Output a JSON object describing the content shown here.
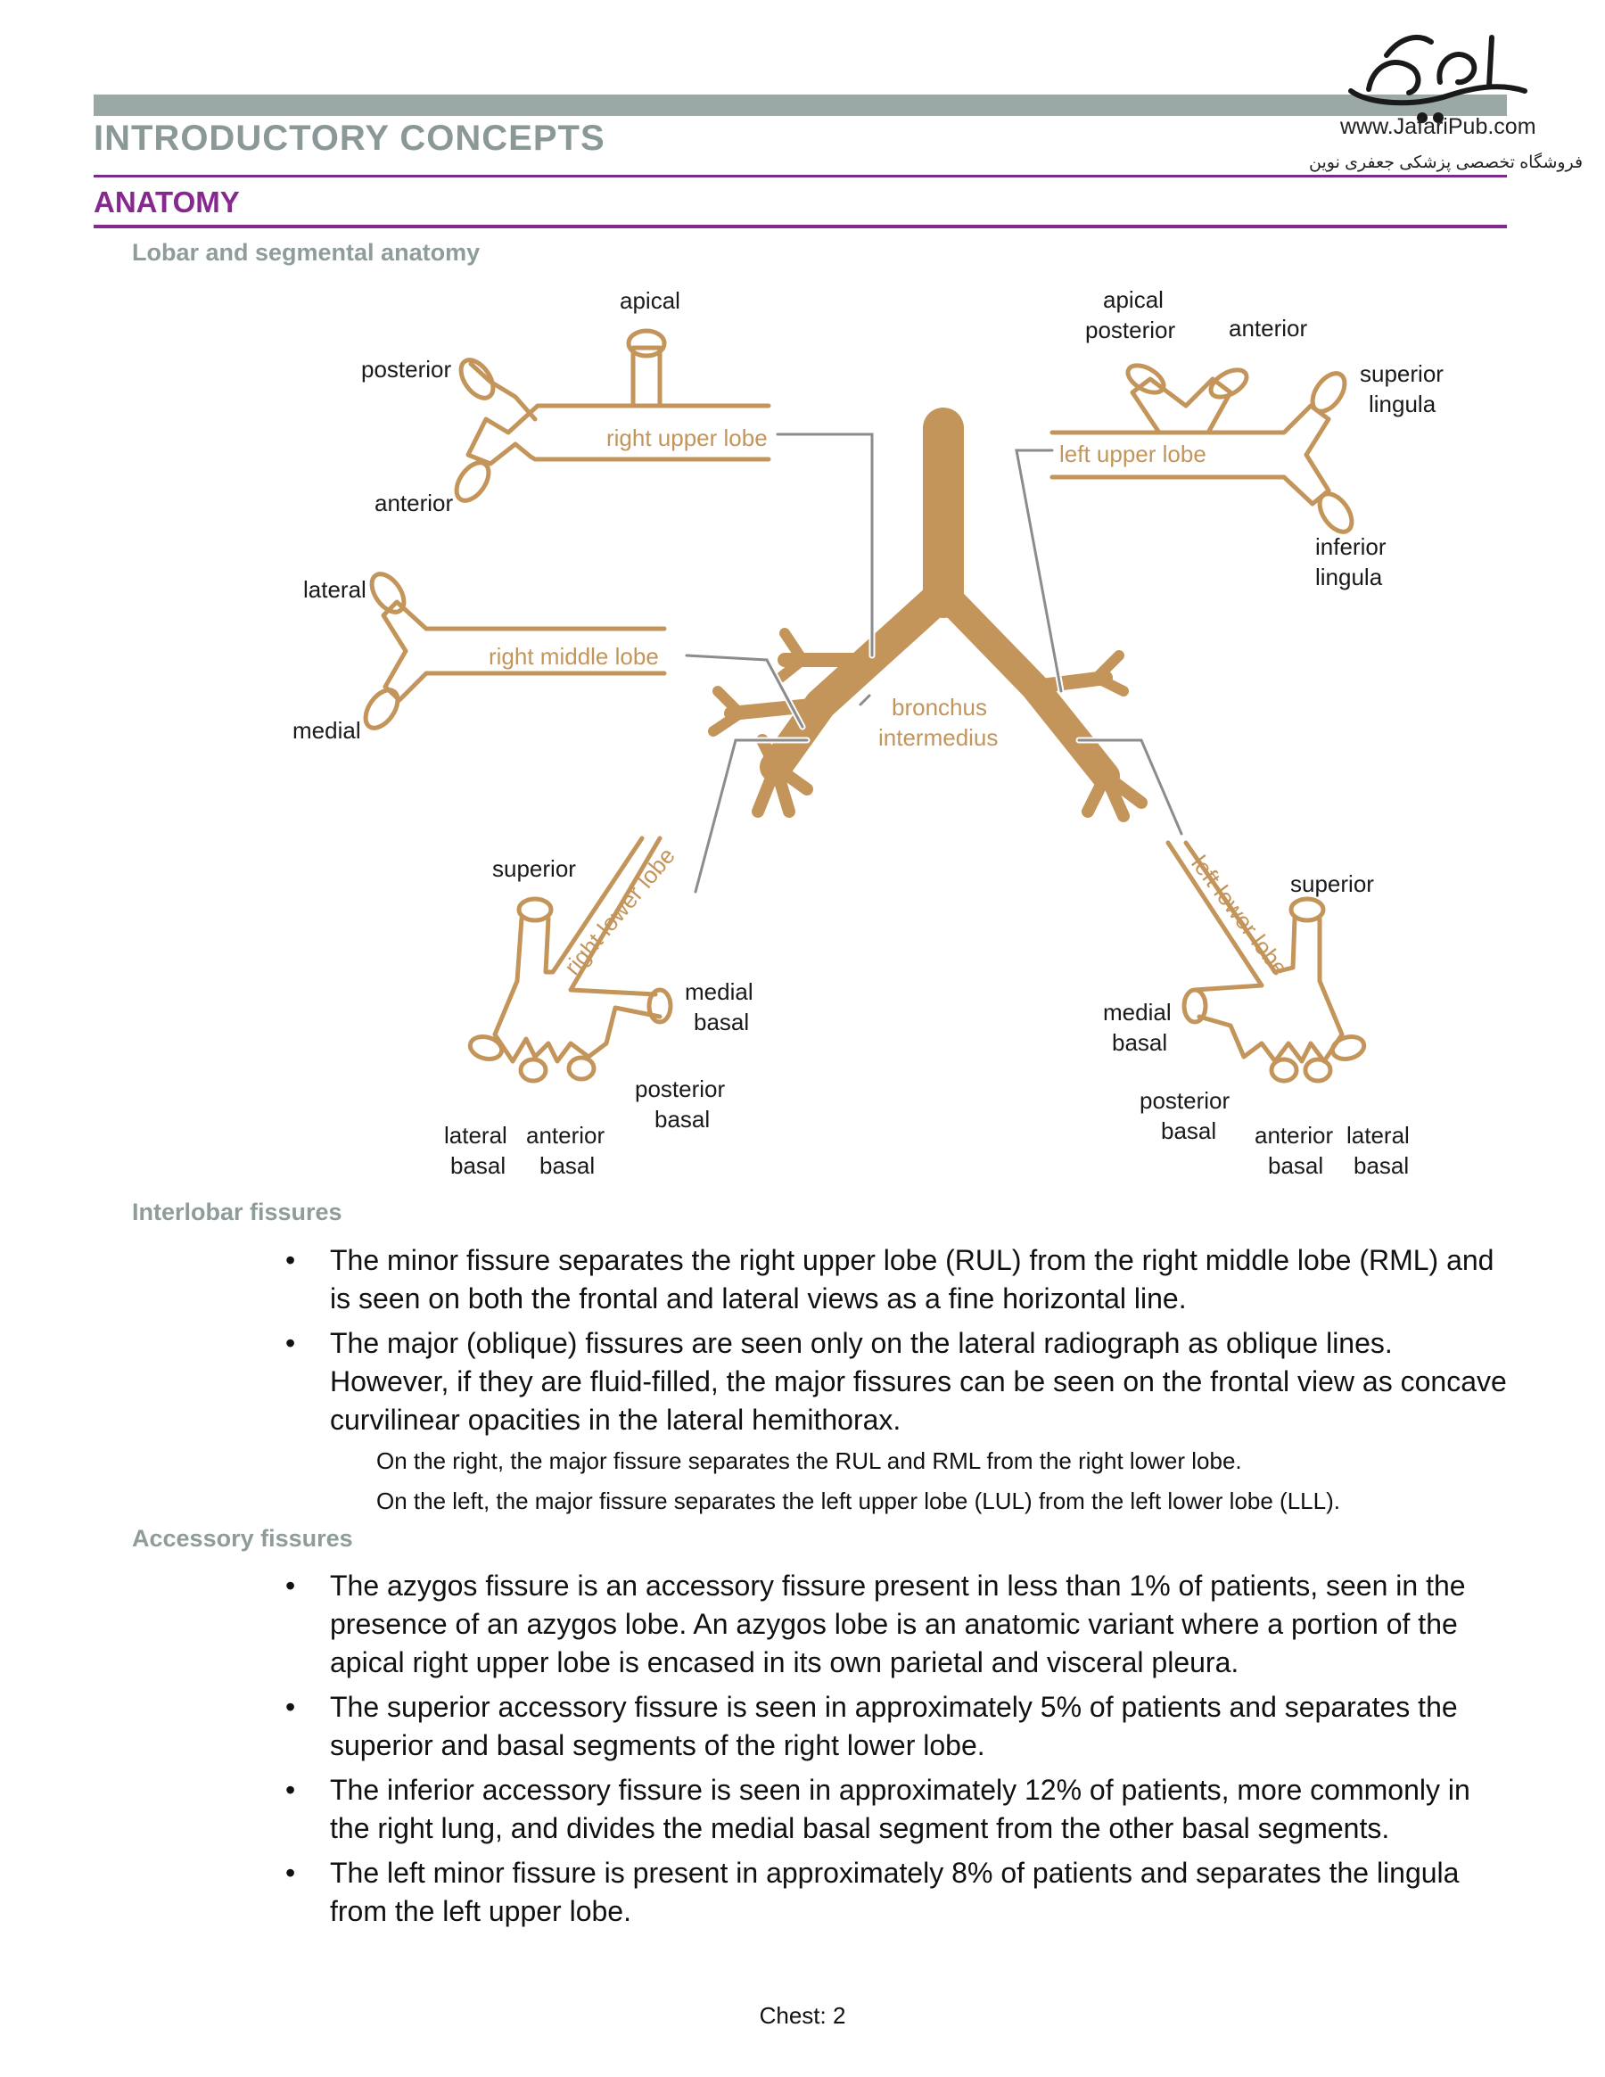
{
  "header": {
    "title": "INTRODUCTORY CONCEPTS",
    "section": "ANATOMY",
    "logo": {
      "url": "www.JafariPub.com",
      "persian": "فروشگاه تخصصی پزشکی جعفری نوین",
      "icon": "jafaripub-calligraphy-logo"
    }
  },
  "subheads": {
    "lobar": "Lobar and segmental anatomy",
    "interlobar": "Interlobar fissures",
    "accessory": "Accessory fissures"
  },
  "diagram": {
    "colors": {
      "bronchus": "#c3955a",
      "leader_line": "#8c8c8c",
      "leader_outline": "#ffffff"
    },
    "right_upper_lobe": {
      "name": "right upper lobe",
      "segments": [
        "apical",
        "posterior",
        "anterior"
      ]
    },
    "right_middle_lobe": {
      "name": "right middle lobe",
      "segments": [
        "lateral",
        "medial"
      ]
    },
    "bronchus_intermedius": [
      "bronchus",
      "intermedius"
    ],
    "right_lower_lobe": {
      "name": "right lower lobe",
      "segments": {
        "superior": "superior",
        "medial_basal": [
          "medial",
          "basal"
        ],
        "posterior_basal": [
          "posterior",
          "basal"
        ],
        "lateral_basal": [
          "lateral",
          "basal"
        ],
        "anterior_basal": [
          "anterior",
          "basal"
        ]
      }
    },
    "left_upper_lobe": {
      "name": "left upper lobe",
      "segments": {
        "apical_posterior": [
          "apical",
          "posterior"
        ],
        "anterior": "anterior",
        "superior_lingula": [
          "superior",
          "lingula"
        ],
        "inferior_lingula": [
          "inferior",
          "lingula"
        ]
      }
    },
    "left_lower_lobe": {
      "name": "left lower lobe",
      "segments": {
        "superior": "superior",
        "medial_basal": [
          "medial",
          "basal"
        ],
        "posterior_basal": [
          "posterior",
          "basal"
        ],
        "anterior_basal": [
          "anterior",
          "basal"
        ],
        "lateral_basal": [
          "lateral",
          "basal"
        ]
      }
    }
  },
  "interlobar": {
    "bullets": [
      "The minor fissure separates the right upper lobe (RUL) from the right middle lobe (RML) and is seen on both the frontal and lateral views as a fine horizontal line.",
      "The major (oblique) fissures are seen only on the lateral radiograph as oblique lines. However, if they are fluid-filled, the major fissures can be seen on the frontal view as concave curvilinear opacities in the lateral hemithorax."
    ],
    "sub_notes": [
      "On the right, the major fissure separates the RUL and RML from the right lower lobe.",
      "On the left, the major fissure separates the left upper lobe (LUL) from the left lower lobe (LLL)."
    ]
  },
  "accessory": {
    "bullets": [
      "The azygos fissure is an accessory fissure present in less than 1% of patients, seen in the presence of an azygos lobe. An azygos lobe is an anatomic variant where a portion of the apical right upper lobe is encased in its own parietal and visceral pleura.",
      "The superior accessory fissure is seen in approximately 5% of patients and separates the superior and basal segments of the right lower lobe.",
      "The inferior accessory fissure is seen in approximately 12% of patients, more commonly in the right lung, and divides the medial basal segment from the other basal segments.",
      "The left minor fissure is present in approximately 8% of patients and separates the lingula from the left upper lobe."
    ]
  },
  "bullet_glyph": "•",
  "footer": {
    "page": "Chest: 2"
  }
}
